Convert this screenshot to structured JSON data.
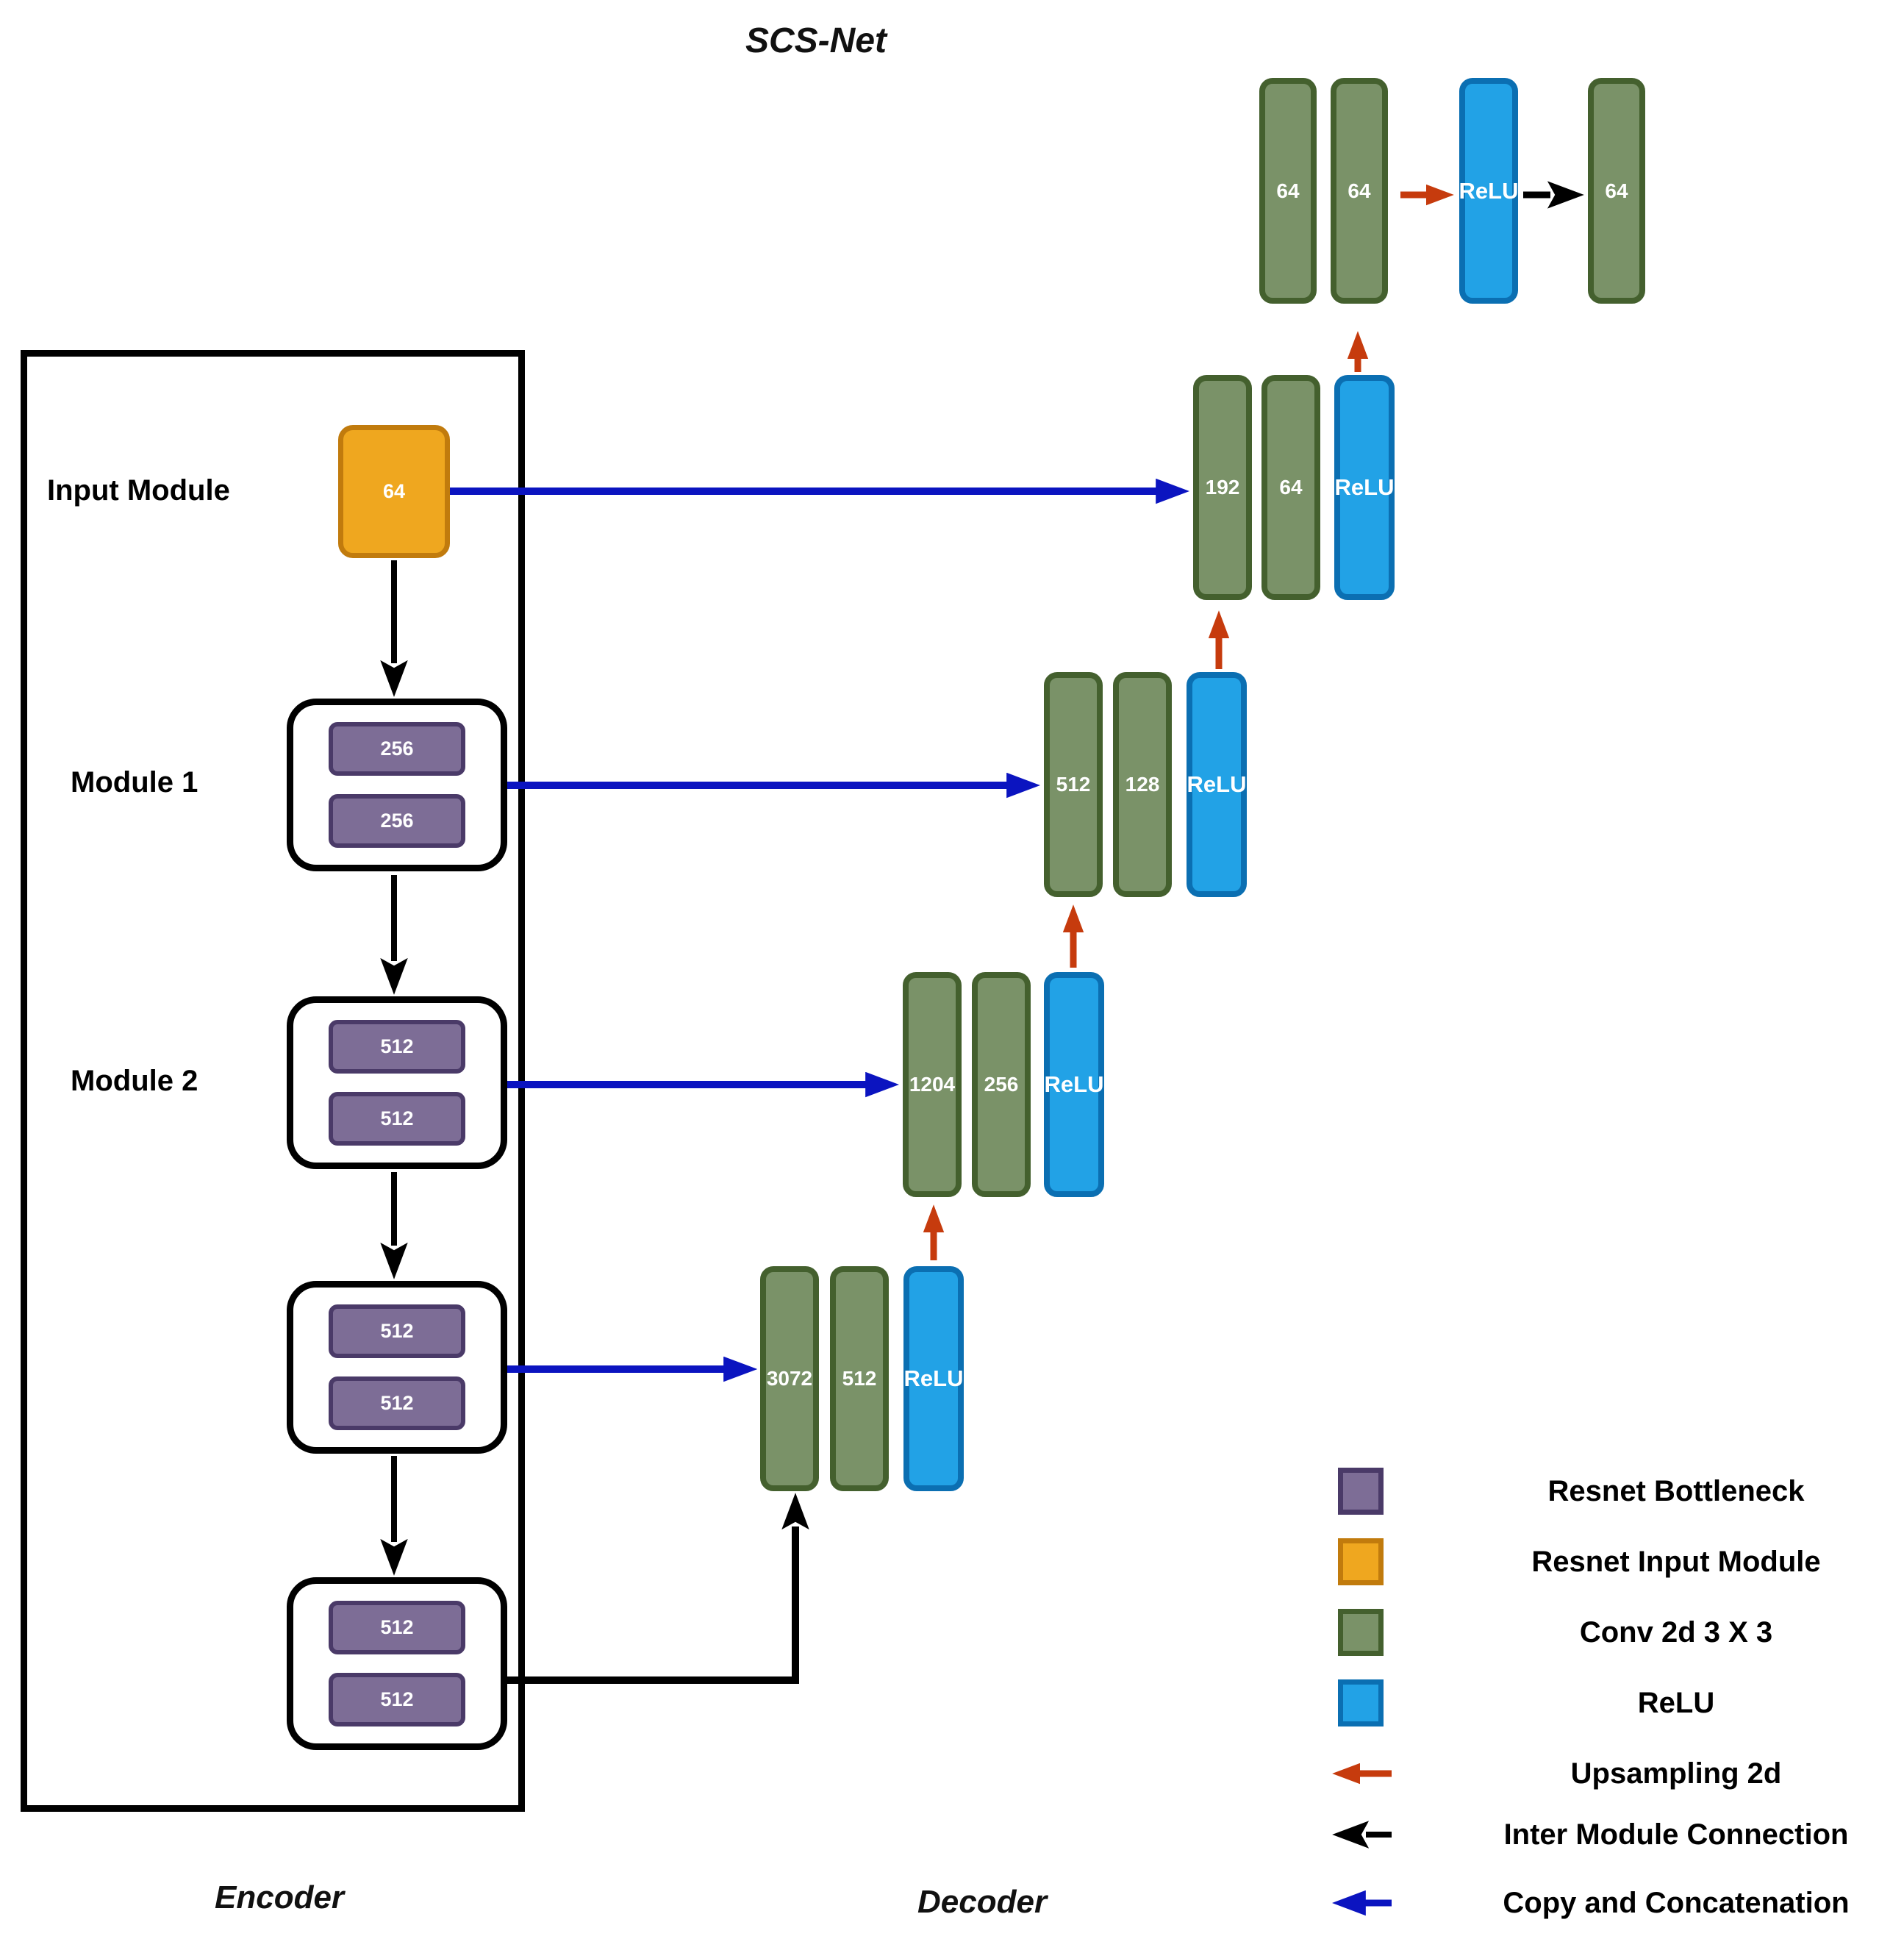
{
  "title": "SCS-Net",
  "section_labels": {
    "encoder": "Encoder",
    "decoder": "Decoder"
  },
  "encoder": {
    "input_label": "Input Module",
    "input_value": "64",
    "module1_label": "Module 1",
    "module2_label": "Module 2",
    "modules": [
      {
        "blocks": [
          "256",
          "256"
        ]
      },
      {
        "blocks": [
          "512",
          "512"
        ]
      },
      {
        "blocks": [
          "512",
          "512"
        ]
      },
      {
        "blocks": [
          "512",
          "512"
        ]
      }
    ]
  },
  "decoder": {
    "groups": [
      {
        "conv1": "3072",
        "conv2": "512",
        "relu": "ReLU"
      },
      {
        "conv1": "1204",
        "conv2": "256",
        "relu": "ReLU"
      },
      {
        "conv1": "512",
        "conv2": "128",
        "relu": "ReLU"
      },
      {
        "conv1": "192",
        "conv2": "64",
        "relu": "ReLU"
      }
    ],
    "output_row": {
      "conv1": "64",
      "conv2": "64",
      "relu": "ReLU",
      "final": "64"
    }
  },
  "legend": [
    {
      "swatch": "resnet-bottleneck",
      "label": "Resnet Bottleneck"
    },
    {
      "swatch": "resnet-input-module",
      "label": "Resnet Input Module"
    },
    {
      "swatch": "conv-2d-3x3",
      "label": "Conv 2d 3 X 3"
    },
    {
      "swatch": "relu",
      "label": "ReLU"
    },
    {
      "swatch": "upsampling-arrow",
      "label": "Upsampling 2d"
    },
    {
      "swatch": "inter-module-arrow",
      "label": "Inter Module Connection"
    },
    {
      "swatch": "copy-concat-arrow",
      "label": "Copy and Concatenation"
    }
  ],
  "colors": {
    "conv_fill": "#7A9268",
    "conv_border": "#44602E",
    "relu_fill": "#22A2E6",
    "relu_border": "#0B6FB2",
    "input_fill": "#EFA71F",
    "input_border": "#C17B0D",
    "bottleneck_fill": "#7D6D96",
    "bottleneck_border": "#4A3A68",
    "upsampling_arrow": "#C63B0D",
    "inter_module_arrow": "#000000",
    "copy_concat_arrow": "#0B14C0"
  }
}
